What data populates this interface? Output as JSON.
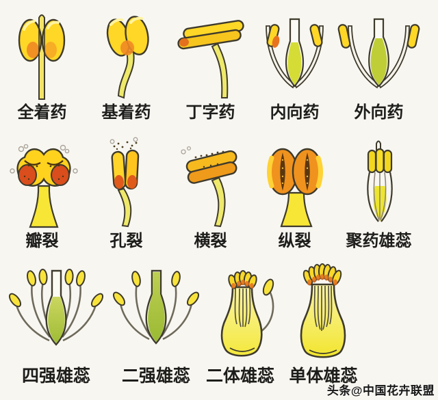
{
  "page": {
    "background": "#F8F6F1"
  },
  "rows": [
    {
      "items": [
        {
          "label": "全着药",
          "illustration": "full-attached-anther-illustration"
        },
        {
          "label": "基着药",
          "illustration": "basifixed-anther-illustration"
        },
        {
          "label": "丁字药",
          "illustration": "versatile-anther-illustration"
        },
        {
          "label": "内向药",
          "illustration": "introrse-anther-illustration"
        },
        {
          "label": "外向药",
          "illustration": "extrorse-anther-illustration"
        }
      ]
    },
    {
      "items": [
        {
          "label": "瓣裂",
          "illustration": "valvular-dehiscence-illustration"
        },
        {
          "label": "孔裂",
          "illustration": "poricidal-dehiscence-illustration"
        },
        {
          "label": "横裂",
          "illustration": "transverse-dehiscence-illustration"
        },
        {
          "label": "纵裂",
          "illustration": "longitudinal-dehiscence-illustration"
        },
        {
          "label": "聚药雄蕊",
          "illustration": "syngenesious-stamen-illustration"
        }
      ]
    },
    {
      "items": [
        {
          "label": "四强雄蕊",
          "illustration": "tetradynamous-stamens-illustration"
        },
        {
          "label": "二强雄蕊",
          "illustration": "didynamous-stamens-illustration"
        },
        {
          "label": "二体雄蕊",
          "illustration": "diadelphous-stamens-illustration"
        },
        {
          "label": "单体雄蕊",
          "illustration": "monadelphous-stamens-illustration"
        }
      ]
    }
  ],
  "watermark": {
    "text": "头条@中国花卉联盟"
  },
  "colors": {
    "background": "#F8F6F1",
    "outline": "#3E3A2C",
    "anther_yellow": "#FFD726",
    "anther_orange": "#F08A24",
    "deep_orange": "#E05A1C",
    "filament_yellow": "#EEE96B",
    "filament_gray": "#6E6A5B",
    "pistil_green": "#A9C43B",
    "pistil_yellow_green": "#D5DC35",
    "tube_yellow": "#F4E83C",
    "label_text": "#1D1D1B",
    "watermark_text": "#161616"
  }
}
